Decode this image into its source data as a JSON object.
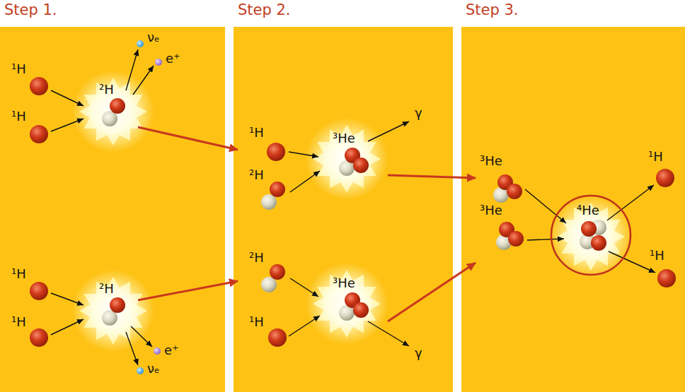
{
  "diagram": {
    "nodes": [
      {
        "text": [
          "Step 1."
        ]
      },
      {
        "text": [
          "Step 2."
        ]
      },
      {
        "text": [
          "Step 3."
        ]
      }
    ],
    "edges": [
      {
        "from": 0,
        "to": 1,
        "arrow": "to"
      },
      {
        "from": 0,
        "to": 1,
        "arrow": "to"
      },
      {
        "from": 1,
        "to": 2,
        "arrow": "to"
      },
      {
        "from": 1,
        "to": 2,
        "arrow": "to"
      }
    ],
    "labels": [
      "¹H",
      "¹H",
      "²H",
      "νₑ",
      "e⁺",
      "¹H",
      "¹H",
      "²H",
      "e⁺",
      "νₑ",
      "¹H",
      "²H",
      "³He",
      "γ",
      "²H",
      "¹H",
      "³He",
      "γ",
      "³He",
      "³He",
      "⁴He",
      "¹H",
      "¹H"
    ]
  }
}
